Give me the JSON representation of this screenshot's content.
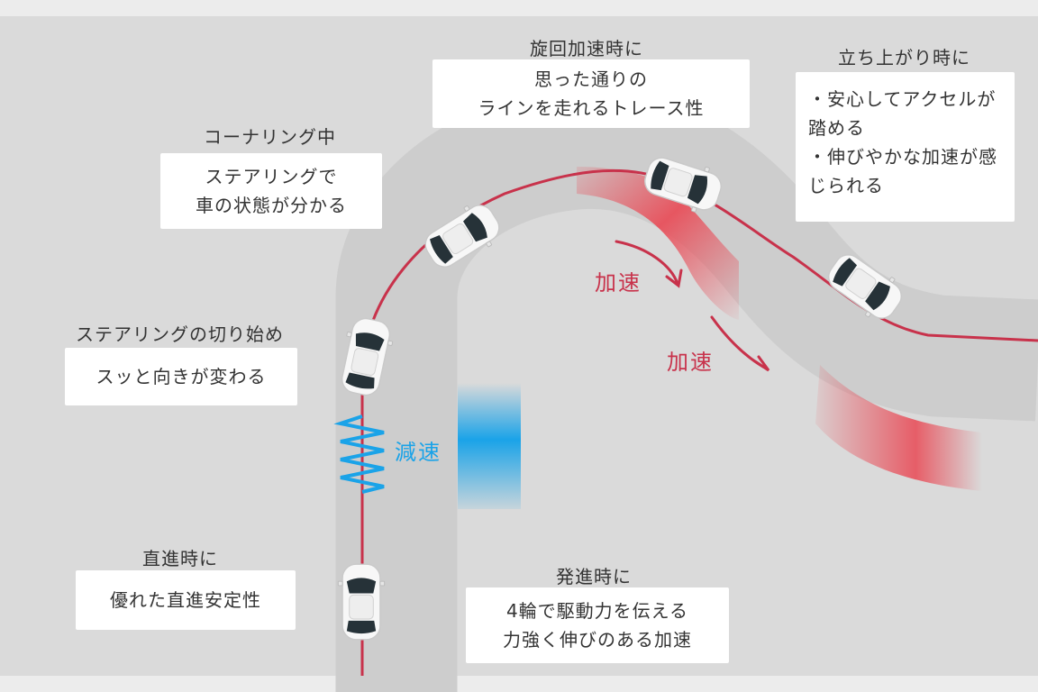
{
  "colors": {
    "background": "#e6e6e6",
    "road": "#cdcdcd",
    "offroad": "#d9d9d9",
    "path": "#c8324b",
    "accel": "#e8505b",
    "decel": "#1aa3e8",
    "box": "#ffffff",
    "text": "#333333"
  },
  "annotations": {
    "start": {
      "title": "直進時に",
      "lines": [
        "優れた直進安定性"
      ]
    },
    "steer_begin": {
      "title": "ステアリングの切り始め",
      "lines": [
        "スッと向きが変わる"
      ]
    },
    "cornering": {
      "title": "コーナリング中",
      "lines": [
        "ステアリングで",
        "車の状態が分かる"
      ]
    },
    "turn_accel": {
      "title": "旋回加速時に",
      "lines": [
        "思った通りの",
        "ラインを走れるトレース性"
      ]
    },
    "exit": {
      "title": "立ち上がり時に",
      "lines": [
        "・安心してアクセルが",
        "踏める",
        "・伸びやかな加速が感",
        "じられる"
      ]
    },
    "launch": {
      "title": "発進時に",
      "lines": [
        "4輪で駆動力を伝える",
        "力強く伸びのある加速"
      ]
    }
  },
  "labels": {
    "decel": "減速",
    "accel_1": "加速",
    "accel_2": "加速"
  },
  "icons": {
    "car": "car-top-view-icon",
    "arrow": "curved-arrow-icon",
    "zigzag": "zigzag-decel-icon"
  }
}
